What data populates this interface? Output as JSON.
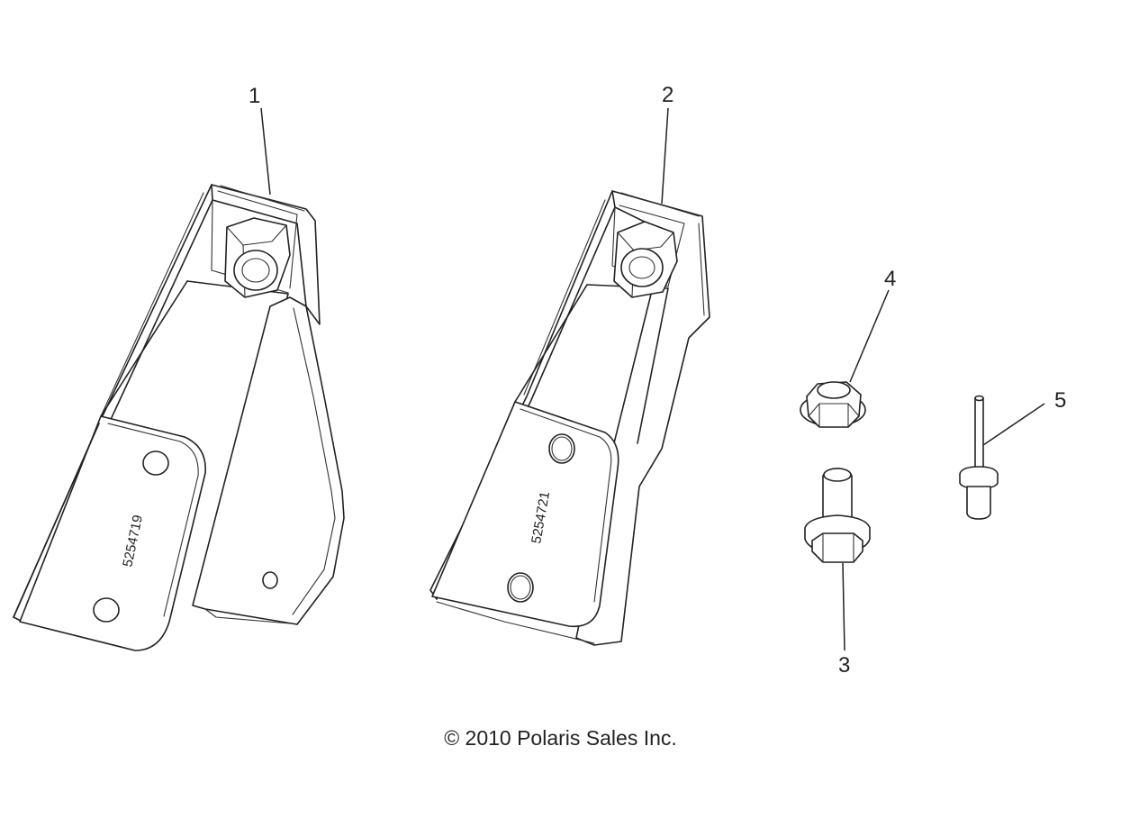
{
  "callouts": {
    "c1": "1",
    "c2": "2",
    "c3": "3",
    "c4": "4",
    "c5": "5"
  },
  "part_numbers": {
    "bracket_left": "5254719",
    "bracket_right": "5254721"
  },
  "footer": {
    "copyright": "© 2010 Polaris Sales Inc."
  }
}
